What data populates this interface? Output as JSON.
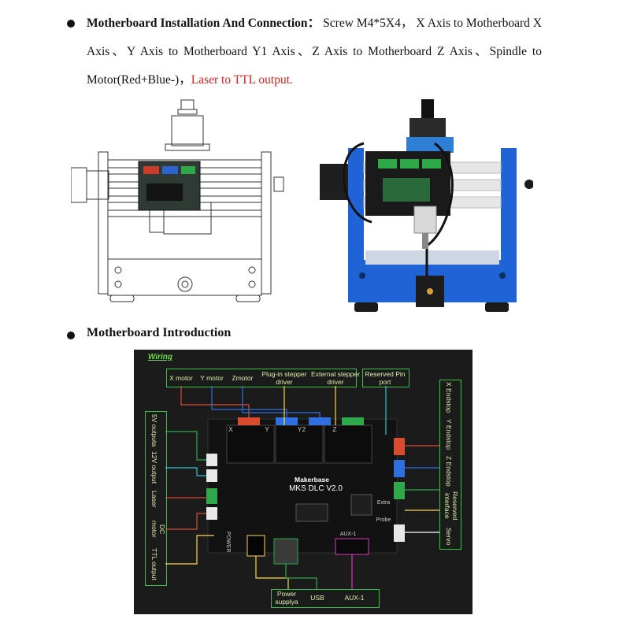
{
  "section1": {
    "heading": "Motherboard Installation And Connection：",
    "text": "Screw M4*5X4， X Axis to Motherboard X Axis、Y Axis to Motherboard Y1 Axis、Z Axis to Motherboard Z Axis、Spindle to Motor(Red+Blue-)，",
    "red_text": "Laser to TTL output."
  },
  "section2": {
    "heading": "Motherboard Introduction"
  },
  "wiring": {
    "title": "Wiring",
    "top_labels": [
      "X motor",
      "Y motor",
      "Zmotor",
      "Plug-in stepper driver",
      "External stepper driver",
      "Reserved Pin port"
    ],
    "left_labels": [
      "5V outputa",
      "12V output",
      "Laser",
      "DC motor",
      "TTL output"
    ],
    "right_labels": [
      "X Endstop",
      "Y Endstop",
      "Z Endstop",
      "Reserved interface",
      "Servo"
    ],
    "bottom_labels": [
      "Power supplya",
      "USB",
      "AUX-1"
    ],
    "board_name": "Makerbase",
    "board_model": "MKS DLC V2.0",
    "board_marks": [
      "X",
      "Y",
      "Y2",
      "Z",
      "POWER",
      "AUX-1",
      "Probe",
      "Extra"
    ]
  },
  "colors": {
    "accent_red": "#d8201c",
    "wiring_bg": "#1b1b1b",
    "label_green": "#34c24a",
    "frame_blue": "#1f63d6"
  }
}
